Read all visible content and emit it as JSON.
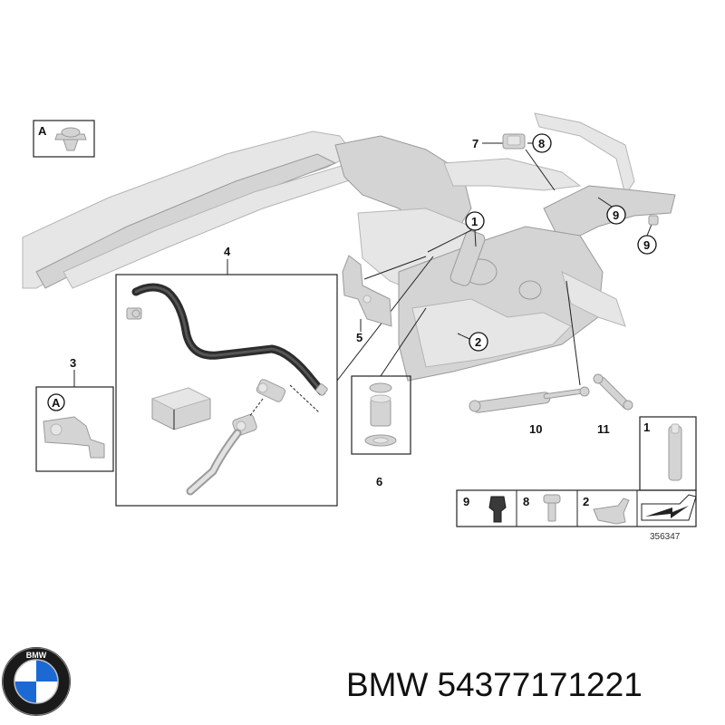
{
  "diagram": {
    "callouts": {
      "A_top": "A",
      "A_inset": "A",
      "n1": "1",
      "n1_legend": "1",
      "n2": "2",
      "n2_legend": "2",
      "n3": "3",
      "n4": "4",
      "n5": "5",
      "n6": "6",
      "n7": "7",
      "n8": "8",
      "n8_legend": "8",
      "n9_a": "9",
      "n9_b": "9",
      "n9_legend": "9",
      "n10": "10",
      "n11": "11"
    },
    "drawing_number": "356347"
  },
  "brand": {
    "name": "BMW",
    "part_number": "54377171221",
    "logo_letters": "BMW"
  }
}
